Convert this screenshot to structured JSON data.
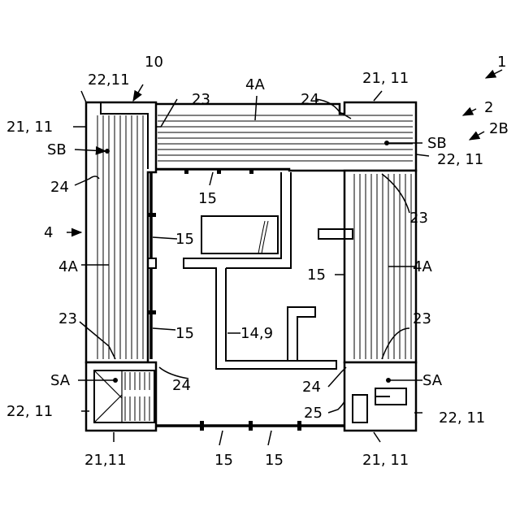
{
  "drawing": {
    "labels": {
      "building": "1",
      "unit": "2",
      "unit_b": "2B",
      "frame": "10",
      "frame_unit": "4",
      "top_left_corner": "22,11",
      "top_right_corner": "21, 11",
      "left_upper_side": "21, 11",
      "right_upper_side": "22, 11",
      "bottom_left_side": "22, 11",
      "bottom_right_side": "22, 11",
      "bottom_left_corner": "21,11",
      "bottom_right_corner": "21, 11",
      "slab_top": "4A",
      "slab_left": "4A",
      "slab_right": "4A",
      "sb_left": "SB",
      "sb_right": "SB",
      "sa_left": "SA",
      "sa_right": "SA",
      "beam_top_left": "23",
      "beam_right_upper": "23",
      "beam_left_lower": "23",
      "beam_right_lower": "23",
      "column_left_upper": "24",
      "column_top_right": "24",
      "column_left_lower": "24",
      "column_right_lower": "24",
      "wall_top": "15",
      "wall_left_upper": "15",
      "wall_left_lower": "15",
      "wall_right": "15",
      "wall_bottom_left": "15",
      "wall_bottom_right": "15",
      "partition": "14,9",
      "stair_box": "25"
    }
  }
}
